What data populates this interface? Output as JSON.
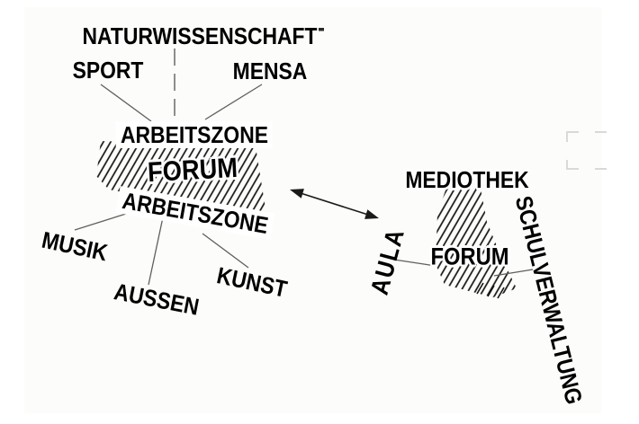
{
  "labels": {
    "naturwissenschaft": "NATURWISSENSCHAFT",
    "sport": "SPORT",
    "mensa": "MENSA",
    "arbeitszone_top": "ARBEITSZONE",
    "forum_left": "FORUM",
    "arbeitszone_bottom": "ARBEITSZONE",
    "musik": "MUSIK",
    "aussen": "AUSSEN",
    "kunst": "KUNST",
    "mediothek": "MEDIOTHEK",
    "forum_right": "FORUM",
    "aula": "AULA",
    "schulverwaltung": "SCHULVERWALTUNG"
  },
  "connections": [
    {
      "from": "SPORT",
      "to": "ARBEITSZONE",
      "style": "solid"
    },
    {
      "from": "NATURWISSENSCHAFT",
      "to": "ARBEITSZONE",
      "style": "dashed"
    },
    {
      "from": "MENSA",
      "to": "ARBEITSZONE",
      "style": "solid"
    },
    {
      "from": "ARBEITSZONE",
      "to": "MUSIK",
      "style": "solid"
    },
    {
      "from": "ARBEITSZONE",
      "to": "AUSSEN",
      "style": "solid"
    },
    {
      "from": "ARBEITSZONE",
      "to": "KUNST",
      "style": "solid"
    },
    {
      "from": "FORUM",
      "to": "FORUM",
      "style": "double-arrow"
    },
    {
      "from": "AULA",
      "to": "FORUM",
      "style": "solid"
    },
    {
      "from": "FORUM",
      "to": "SCHULVERWALTUNG",
      "style": "solid"
    }
  ],
  "colors": {
    "text": "#000000",
    "line": "#5f5f5f",
    "arrow": "#1a1a1a",
    "hatch": "#151515",
    "faint_mark": "#d9d9d9",
    "background": "#ffffff"
  }
}
